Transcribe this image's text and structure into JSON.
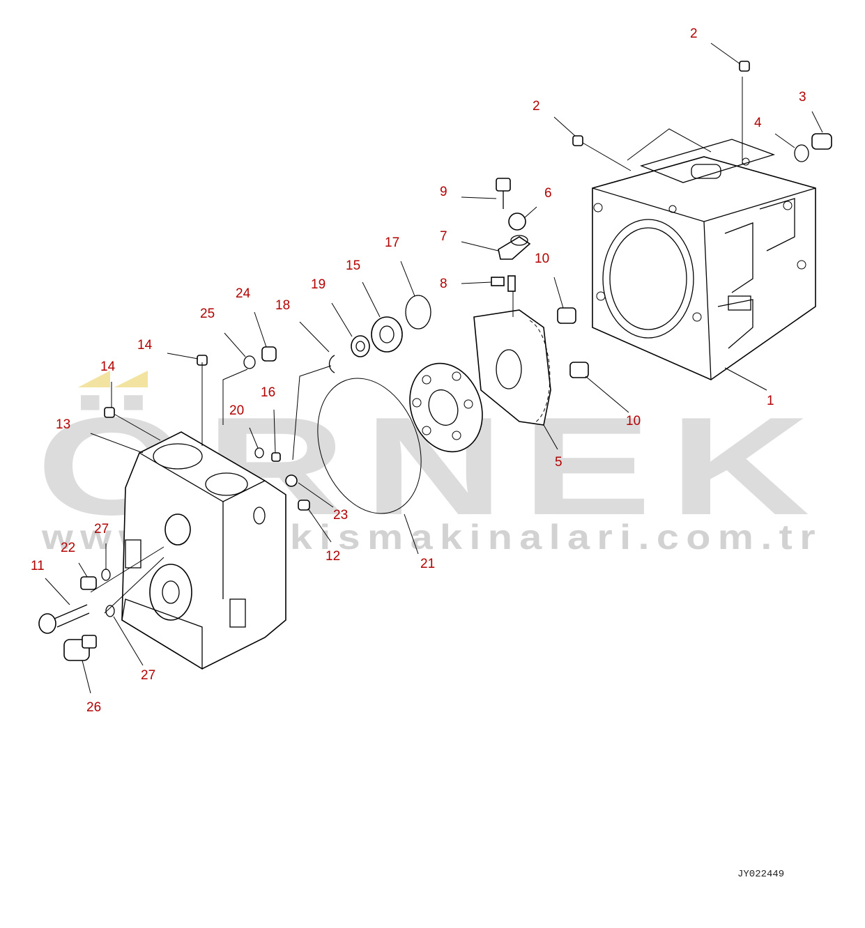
{
  "watermark": {
    "brand": "ÖRNEK",
    "site": "www.ornekismakinalari.com.tr"
  },
  "drawing_number": "JY022449",
  "callouts": [
    "2",
    "2",
    "3",
    "4",
    "9",
    "6",
    "7",
    "8",
    "10",
    "10",
    "1",
    "5",
    "17",
    "15",
    "19",
    "18",
    "24",
    "25",
    "14",
    "14",
    "13",
    "20",
    "16",
    "23",
    "12",
    "21",
    "27",
    "22",
    "11",
    "26",
    "27"
  ]
}
